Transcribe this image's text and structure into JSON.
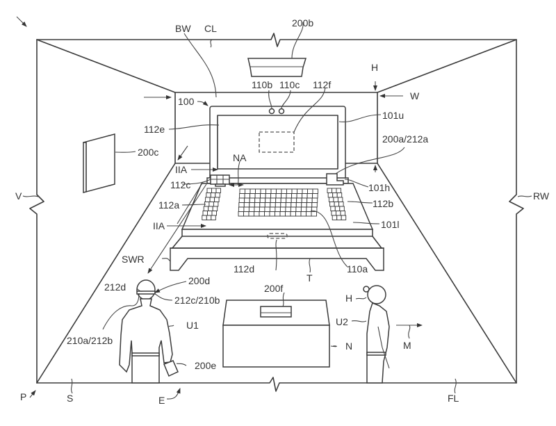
{
  "figure": {
    "kind": "patent drawing",
    "description": "Perspective view of a room containing a laptop on a table with surrounding sensors and two users",
    "line_color": "#3a3a3a",
    "background": "#ffffff"
  },
  "labels": {
    "bw": "BW",
    "cl": "CL",
    "l200b": "200b",
    "h_top": "H",
    "w": "W",
    "l100": "100",
    "l110b": "110b",
    "l110c": "110c",
    "l112f": "112f",
    "l101u": "101u",
    "l112e": "112e",
    "l200c": "200c",
    "l200a212a": "200a/212a",
    "iia_top": "IIA",
    "na": "NA",
    "l112c": "112c",
    "l101h": "101h",
    "v": "V",
    "rw": "RW",
    "l112a": "112a",
    "l112b": "112b",
    "iia_bottom": "IIA",
    "l101l": "101l",
    "swr": "SWR",
    "l112d": "112d",
    "t": "T",
    "l110a": "110a",
    "l212d": "212d",
    "l200d": "200d",
    "l212c210b": "212c/210b",
    "l200f": "200f",
    "h_user": "H",
    "u1": "U1",
    "u2": "U2",
    "l210a212b": "210a/212b",
    "n": "N",
    "m": "M",
    "l200e": "200e",
    "p": "P",
    "s": "S",
    "e": "E",
    "fl": "FL"
  }
}
